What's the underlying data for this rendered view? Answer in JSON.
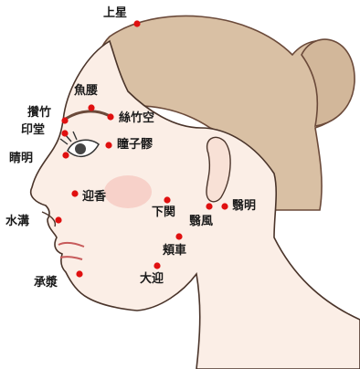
{
  "diagram": {
    "points": [
      {
        "id": "jouseiten",
        "label": "上星"
      },
      {
        "id": "gyoyou",
        "label": "魚腰"
      },
      {
        "id": "sanchiku",
        "label": "攢竹"
      },
      {
        "id": "inndou",
        "label": "印堂"
      },
      {
        "id": "shichikukuu",
        "label": "絲竹空"
      },
      {
        "id": "seimei",
        "label": "睛明"
      },
      {
        "id": "doushiryou",
        "label": "瞳子髎"
      },
      {
        "id": "geikou",
        "label": "迎香"
      },
      {
        "id": "gekan",
        "label": "下関"
      },
      {
        "id": "eimei",
        "label": "翳明"
      },
      {
        "id": "suikou",
        "label": "水溝"
      },
      {
        "id": "eifuu",
        "label": "翳風"
      },
      {
        "id": "kyousha",
        "label": "頬車"
      },
      {
        "id": "daigei",
        "label": "大迎"
      },
      {
        "id": "shoushou",
        "label": "承漿"
      }
    ],
    "colors": {
      "point": "#e01010",
      "text": "#1a1a1a",
      "skin": "#fbeee6",
      "hair": "#d2b79a",
      "line": "#3a2a22"
    }
  }
}
